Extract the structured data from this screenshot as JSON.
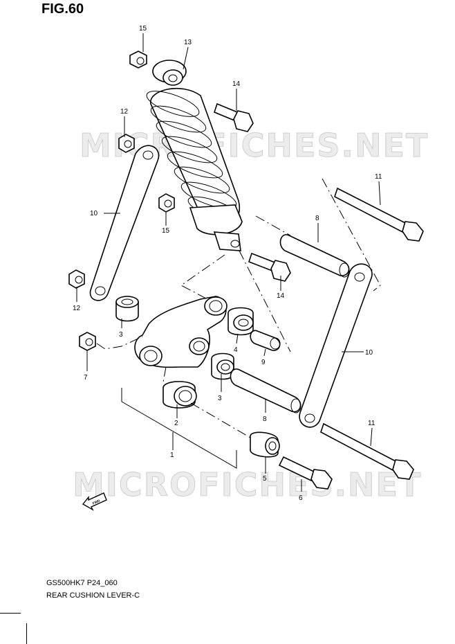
{
  "figure": {
    "title": "FIG.60"
  },
  "watermark": {
    "text": "MICROFICHES.NET"
  },
  "caption": {
    "line1": "GS500HK7 P24_060",
    "line2": "REAR CUSHION LEVER-C"
  },
  "callouts": [
    {
      "id": "c15a",
      "label": "15"
    },
    {
      "id": "c13",
      "label": "13"
    },
    {
      "id": "c14a",
      "label": "14"
    },
    {
      "id": "c12a",
      "label": "12"
    },
    {
      "id": "c11a",
      "label": "11"
    },
    {
      "id": "c10a",
      "label": "10"
    },
    {
      "id": "c15b",
      "label": "15"
    },
    {
      "id": "c8a",
      "label": "8"
    },
    {
      "id": "c14b",
      "label": "14"
    },
    {
      "id": "c12b",
      "label": "12"
    },
    {
      "id": "c3a",
      "label": "3"
    },
    {
      "id": "c4",
      "label": "4"
    },
    {
      "id": "c9",
      "label": "9"
    },
    {
      "id": "c10b",
      "label": "10"
    },
    {
      "id": "c7",
      "label": "7"
    },
    {
      "id": "c3b",
      "label": "3"
    },
    {
      "id": "c2",
      "label": "2"
    },
    {
      "id": "c8b",
      "label": "8"
    },
    {
      "id": "c11b",
      "label": "11"
    },
    {
      "id": "c1",
      "label": "1"
    },
    {
      "id": "c5",
      "label": "5"
    },
    {
      "id": "c6",
      "label": "6"
    }
  ],
  "fwd_icon": {
    "name": "forward-arrow-icon",
    "text": "FWD"
  }
}
